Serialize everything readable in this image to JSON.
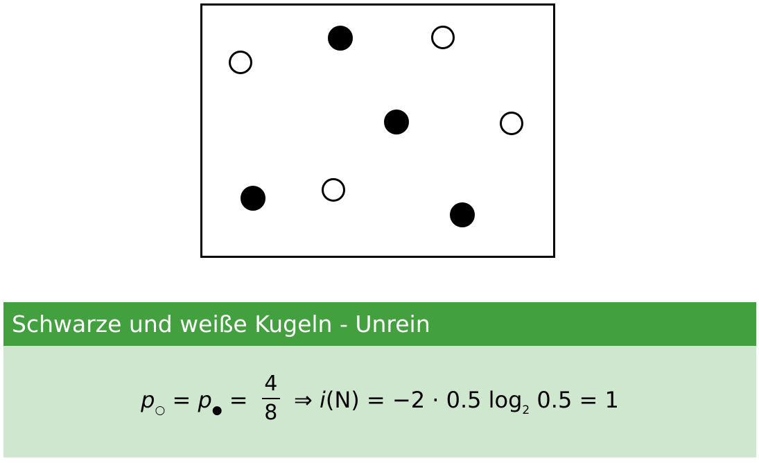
{
  "diagram": {
    "frame_color": "#000000",
    "filled_color": "#000000",
    "hollow_color": "#ffffff",
    "balls": [
      {
        "fill": "hollow"
      },
      {
        "fill": "filled"
      },
      {
        "fill": "hollow"
      },
      {
        "fill": "filled"
      },
      {
        "fill": "hollow"
      },
      {
        "fill": "filled"
      },
      {
        "fill": "hollow"
      },
      {
        "fill": "filled"
      }
    ]
  },
  "block": {
    "title": "Schwarze und weiße Kugeln - Unrein",
    "title_bg": "#42a03f",
    "body_bg": "#cfe6cf",
    "formula": {
      "p": "p",
      "sub_white": "○",
      "sub_black": "●",
      "eq": "=",
      "frac_num": "4",
      "frac_den": "8",
      "implies": "⇒",
      "i": "i",
      "n_arg": "(N)",
      "rhs_start": "−2 · 0.5 ",
      "log": "log",
      "log_base": "2",
      "rhs_end": " 0.5",
      "result": "1"
    }
  }
}
